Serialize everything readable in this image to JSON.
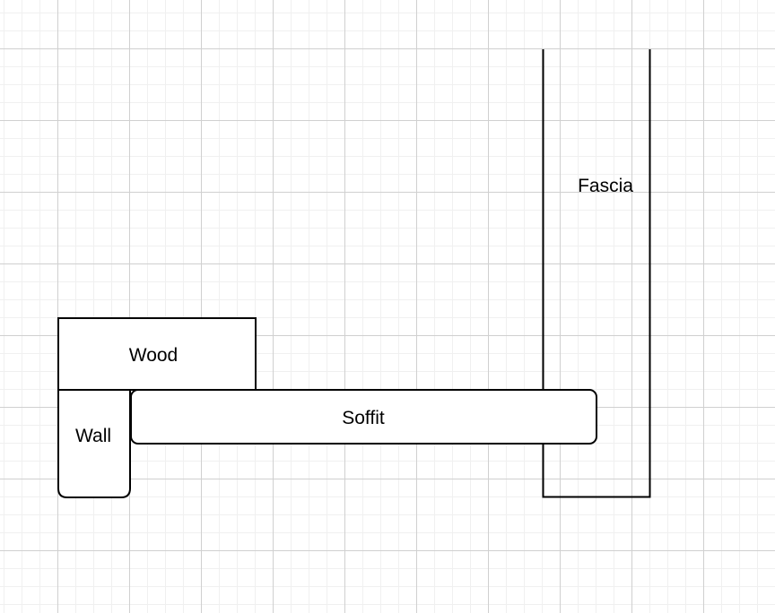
{
  "diagram": {
    "shapes": {
      "wood": {
        "label": "Wood"
      },
      "wall": {
        "label": "Wall"
      },
      "soffit": {
        "label": "Soffit"
      },
      "fascia": {
        "label": "Fascia"
      }
    },
    "colors": {
      "stroke": "#000000",
      "fill": "#ffffff",
      "grid_major": "#d0d0d0",
      "grid_minor": "#f0f0f0"
    }
  }
}
